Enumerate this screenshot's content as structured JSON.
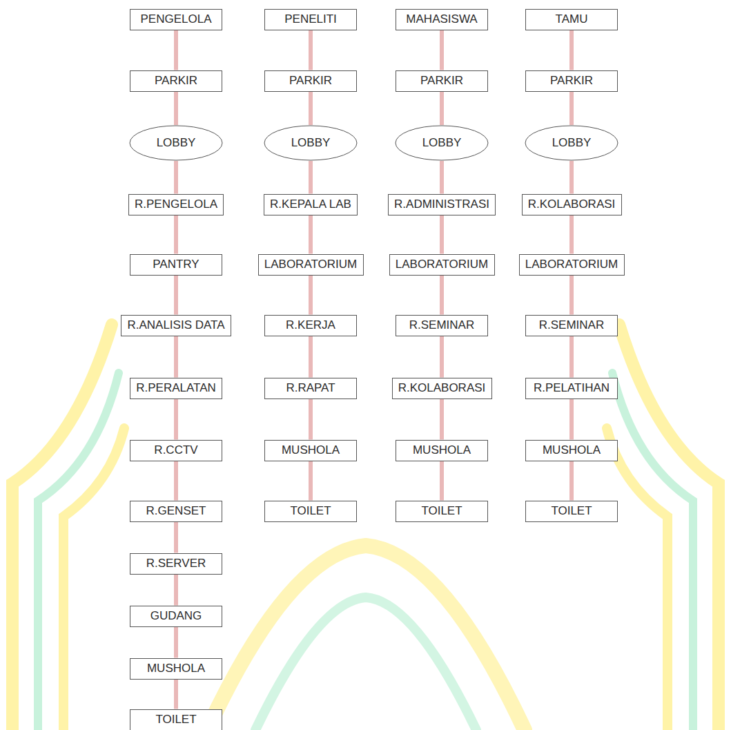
{
  "diagram": {
    "nodes": [
      {
        "text": [
          "PENGELOLA"
        ]
      },
      {
        "text": [
          "PARKIR"
        ]
      },
      {
        "text": [
          "LOBBY"
        ]
      },
      {
        "text": [
          "R.PENGELOLA"
        ]
      },
      {
        "text": [
          "PANTRY"
        ]
      },
      {
        "text": [
          "R.ANALISIS DATA"
        ]
      },
      {
        "text": [
          "R.PERALATAN"
        ]
      },
      {
        "text": [
          "R.CCTV"
        ]
      },
      {
        "text": [
          "R.GENSET"
        ]
      },
      {
        "text": [
          "R.SERVER"
        ]
      },
      {
        "text": [
          "GUDANG"
        ]
      },
      {
        "text": [
          "MUSHOLA"
        ]
      },
      {
        "text": [
          "TOILET"
        ]
      },
      {
        "text": [
          "PENELITI"
        ]
      },
      {
        "text": [
          "PARKIR"
        ]
      },
      {
        "text": [
          "LOBBY"
        ]
      },
      {
        "text": [
          "R.KEPALA LAB"
        ]
      },
      {
        "text": [
          "LABORATORIUM"
        ]
      },
      {
        "text": [
          "R.KERJA"
        ]
      },
      {
        "text": [
          "R.RAPAT"
        ]
      },
      {
        "text": [
          "MUSHOLA"
        ]
      },
      {
        "text": [
          "TOILET"
        ]
      },
      {
        "text": [
          "MAHASISWA"
        ]
      },
      {
        "text": [
          "PARKIR"
        ]
      },
      {
        "text": [
          "LOBBY"
        ]
      },
      {
        "text": [
          "R.ADMINISTRASI"
        ]
      },
      {
        "text": [
          "LABORATORIUM"
        ]
      },
      {
        "text": [
          "R.SEMINAR"
        ]
      },
      {
        "text": [
          "R.KOLABORASI"
        ]
      },
      {
        "text": [
          "MUSHOLA"
        ]
      },
      {
        "text": [
          "TOILET"
        ]
      },
      {
        "text": [
          "TAMU"
        ]
      },
      {
        "text": [
          "PARKIR"
        ]
      },
      {
        "text": [
          "LOBBY"
        ]
      },
      {
        "text": [
          "R.KOLABORASI"
        ]
      },
      {
        "text": [
          "LABORATORIUM"
        ]
      },
      {
        "text": [
          "R.SEMINAR"
        ]
      },
      {
        "text": [
          "R.PELATIHAN"
        ]
      },
      {
        "text": [
          "MUSHOLA"
        ]
      },
      {
        "text": [
          "TOILET"
        ]
      }
    ],
    "edges": [
      {
        "from": 0,
        "to": 1,
        "arrow": "none"
      },
      {
        "from": 1,
        "to": 2,
        "arrow": "none"
      },
      {
        "from": 2,
        "to": 3,
        "arrow": "none"
      },
      {
        "from": 3,
        "to": 4,
        "arrow": "none"
      },
      {
        "from": 4,
        "to": 5,
        "arrow": "none"
      },
      {
        "from": 5,
        "to": 6,
        "arrow": "none"
      },
      {
        "from": 6,
        "to": 7,
        "arrow": "none"
      },
      {
        "from": 7,
        "to": 8,
        "arrow": "none"
      },
      {
        "from": 8,
        "to": 9,
        "arrow": "none"
      },
      {
        "from": 9,
        "to": 10,
        "arrow": "none"
      },
      {
        "from": 10,
        "to": 11,
        "arrow": "none"
      },
      {
        "from": 11,
        "to": 12,
        "arrow": "none"
      },
      {
        "from": 13,
        "to": 14,
        "arrow": "none"
      },
      {
        "from": 14,
        "to": 15,
        "arrow": "none"
      },
      {
        "from": 15,
        "to": 16,
        "arrow": "none"
      },
      {
        "from": 16,
        "to": 17,
        "arrow": "none"
      },
      {
        "from": 17,
        "to": 18,
        "arrow": "none"
      },
      {
        "from": 18,
        "to": 19,
        "arrow": "none"
      },
      {
        "from": 19,
        "to": 20,
        "arrow": "none"
      },
      {
        "from": 20,
        "to": 21,
        "arrow": "none"
      },
      {
        "from": 22,
        "to": 23,
        "arrow": "none"
      },
      {
        "from": 23,
        "to": 24,
        "arrow": "none"
      },
      {
        "from": 24,
        "to": 25,
        "arrow": "none"
      },
      {
        "from": 25,
        "to": 26,
        "arrow": "none"
      },
      {
        "from": 26,
        "to": 27,
        "arrow": "none"
      },
      {
        "from": 27,
        "to": 28,
        "arrow": "none"
      },
      {
        "from": 28,
        "to": 29,
        "arrow": "none"
      },
      {
        "from": 29,
        "to": 30,
        "arrow": "none"
      },
      {
        "from": 31,
        "to": 32,
        "arrow": "none"
      },
      {
        "from": 32,
        "to": 33,
        "arrow": "none"
      },
      {
        "from": 33,
        "to": 34,
        "arrow": "none"
      },
      {
        "from": 34,
        "to": 35,
        "arrow": "none"
      },
      {
        "from": 35,
        "to": 36,
        "arrow": "none"
      },
      {
        "from": 36,
        "to": 37,
        "arrow": "none"
      },
      {
        "from": 37,
        "to": 38,
        "arrow": "none"
      },
      {
        "from": 38,
        "to": 39,
        "arrow": "none"
      }
    ]
  }
}
